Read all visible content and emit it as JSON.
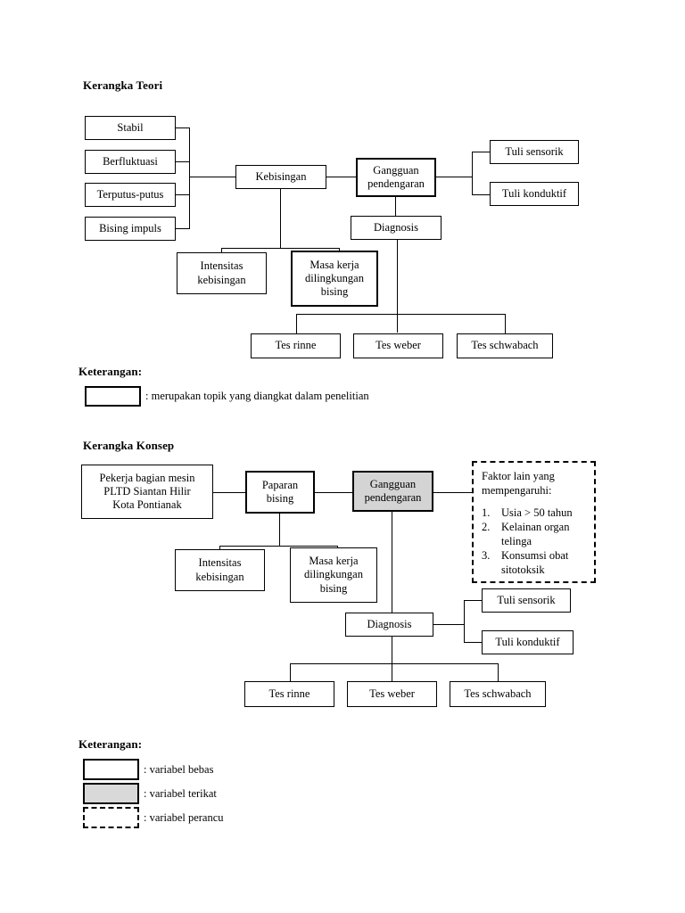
{
  "document": {
    "section1": {
      "heading": "Kerangka Teori",
      "boxes": {
        "stabil": "Stabil",
        "berfluktuasi": "Berfluktuasi",
        "terputus_putus": "Terputus-putus",
        "bising_impuls": "Bising impuls",
        "kebisingan": "Kebisingan",
        "gangguan_pendengaran": "Gangguan\npendengaran",
        "tuli_sensorik": "Tuli sensorik",
        "tuli_konduktif": "Tuli konduktif",
        "diagnosis": "Diagnosis",
        "intensitas_kebisingan": "Intensitas\nkebisingan",
        "masa_kerja": "Masa kerja\ndilingkungan\nbising",
        "tes_rinne": "Tes rinne",
        "tes_weber": "Tes weber",
        "tes_schwabach": "Tes schwabach"
      },
      "legend": {
        "title": "Keterangan:",
        "item1": ": merupakan topik yang diangkat dalam penelitian"
      }
    },
    "section2": {
      "heading": "Kerangka Konsep",
      "boxes": {
        "pekerja": "Pekerja bagian mesin\nPLTD Siantan Hilir\nKota Pontianak",
        "paparan_bising": "Paparan\nbising",
        "gangguan_pendengaran": "Gangguan\npendengaran",
        "intensitas_kebisingan": "Intensitas\nkebisingan",
        "masa_kerja": "Masa kerja\ndilingkungan\nbising",
        "diagnosis": "Diagnosis",
        "tuli_sensorik": "Tuli sensorik",
        "tuli_konduktif": "Tuli konduktif",
        "tes_rinne": "Tes rinne",
        "tes_weber": "Tes weber",
        "tes_schwabach": "Tes schwabach"
      },
      "factors": {
        "title": "Faktor lain yang\nmempengaruhi:",
        "items": [
          {
            "num": "1.",
            "text": "Usia > 50 tahun"
          },
          {
            "num": "2.",
            "text": "Kelainan organ\ntelinga"
          },
          {
            "num": "3.",
            "text": "Konsumsi obat\nsitotoksik"
          }
        ]
      },
      "legend": {
        "title": "Keterangan:",
        "item1": ": variabel bebas",
        "item2": ": variabel terikat",
        "item3": ": variabel perancu"
      }
    },
    "colors": {
      "shaded_fill": "#d4d4d4",
      "line": "#000000",
      "background": "#ffffff"
    }
  }
}
